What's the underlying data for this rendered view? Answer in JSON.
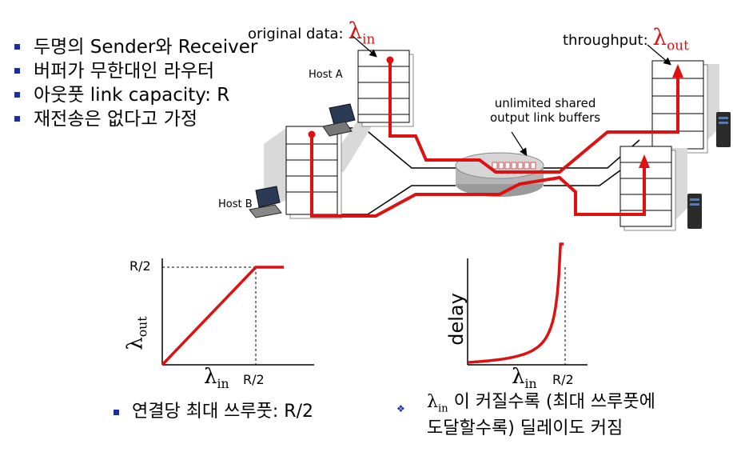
{
  "bullets": [
    "두명의 Sender와 Receiver",
    "버퍼가 무한대인 라우터",
    "아웃풋 link capacity: R",
    "재전송은 없다고 가정"
  ],
  "labels": {
    "original_data": "original data:",
    "throughput": "throughput:",
    "lambda": "λ",
    "in": "in",
    "out": "out",
    "host_a": "Host A",
    "host_b": "Host B",
    "buffers_line1": "unlimited shared",
    "buffers_line2": "output link buffers"
  },
  "chart_data": [
    {
      "type": "line",
      "title": "",
      "xlabel": "λin",
      "ylabel": "λout",
      "x_ticks": [
        "R/2"
      ],
      "y_ticks": [
        "R/2"
      ],
      "x": [
        0,
        0.5,
        0.65
      ],
      "values": [
        0,
        0.5,
        0.5
      ],
      "color": "#dd1111"
    },
    {
      "type": "line",
      "title": "",
      "xlabel": "λin",
      "ylabel": "delay",
      "x_ticks": [
        "R/2"
      ],
      "shape": "delay grows without bound as λin approaches R/2 (vertical asymptote at R/2)",
      "color": "#dd1111"
    }
  ],
  "notes": {
    "throughput_text": "연결당 최대 쓰루풋: R/2",
    "delay_suffix": "이 커질수록 (최대 쓰루풋에 도달할수록) 딜레이도 커짐"
  },
  "colors": {
    "flow": "#dd1111",
    "bullet": "#1d2fa0"
  }
}
